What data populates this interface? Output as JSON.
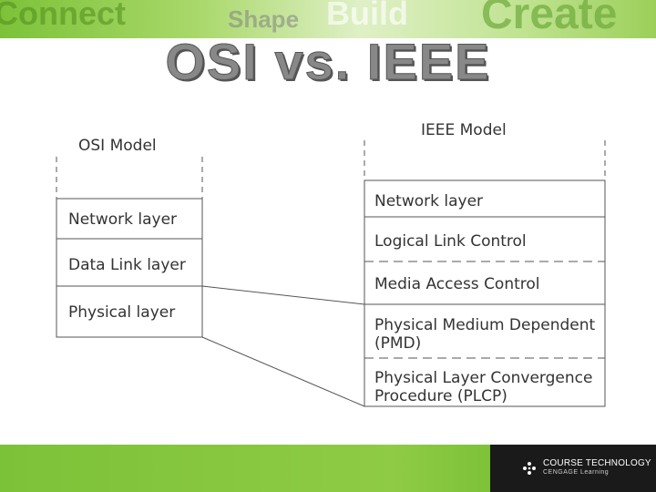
{
  "banner": {
    "words": [
      "Connect",
      "Shape",
      "Build",
      "Create"
    ]
  },
  "slide": {
    "title": "OSI vs. IEEE"
  },
  "osi_model": {
    "heading": "OSI Model",
    "layers": [
      "Network layer",
      "Data Link layer",
      "Physical layer"
    ]
  },
  "ieee_model": {
    "heading": "IEEE Model",
    "layers": [
      {
        "lines": [
          "Network layer"
        ]
      },
      {
        "lines": [
          "Logical Link Control"
        ]
      },
      {
        "lines": [
          "Media Access Control"
        ]
      },
      {
        "lines": [
          "Physical Medium Dependent",
          "(PMD)"
        ]
      },
      {
        "lines": [
          "Physical Layer Convergence",
          "Procedure (PLCP)"
        ]
      }
    ]
  },
  "footer": {
    "logo_line1": "COURSE TECHNOLOGY",
    "logo_line2": "CENGAGE Learning",
    "logo_icon": "course-technology-logo-icon"
  },
  "colors": {
    "banner_green": "#7cc238",
    "footer_green": "#8fcb45",
    "title_gray": "#888888",
    "line_gray": "#555555"
  }
}
